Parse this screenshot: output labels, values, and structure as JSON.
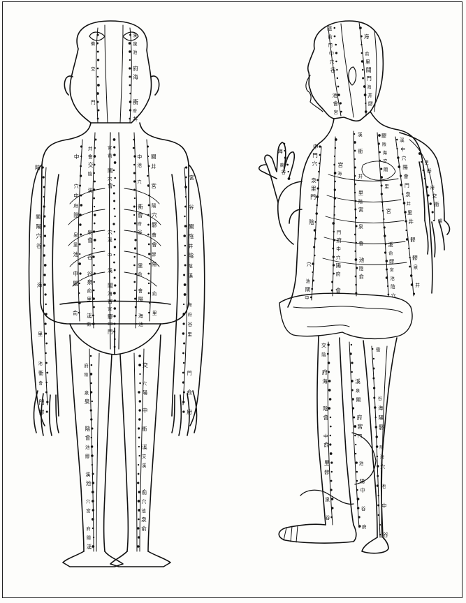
{
  "figure": {
    "ink_color": "#111111",
    "paper_color": "#fdfdfb",
    "figures": [
      "back-view",
      "side-view"
    ],
    "label_glyph_pool": "穴中俞門池谷府陽陰海里交泉關井髎會衝溪宮"
  }
}
